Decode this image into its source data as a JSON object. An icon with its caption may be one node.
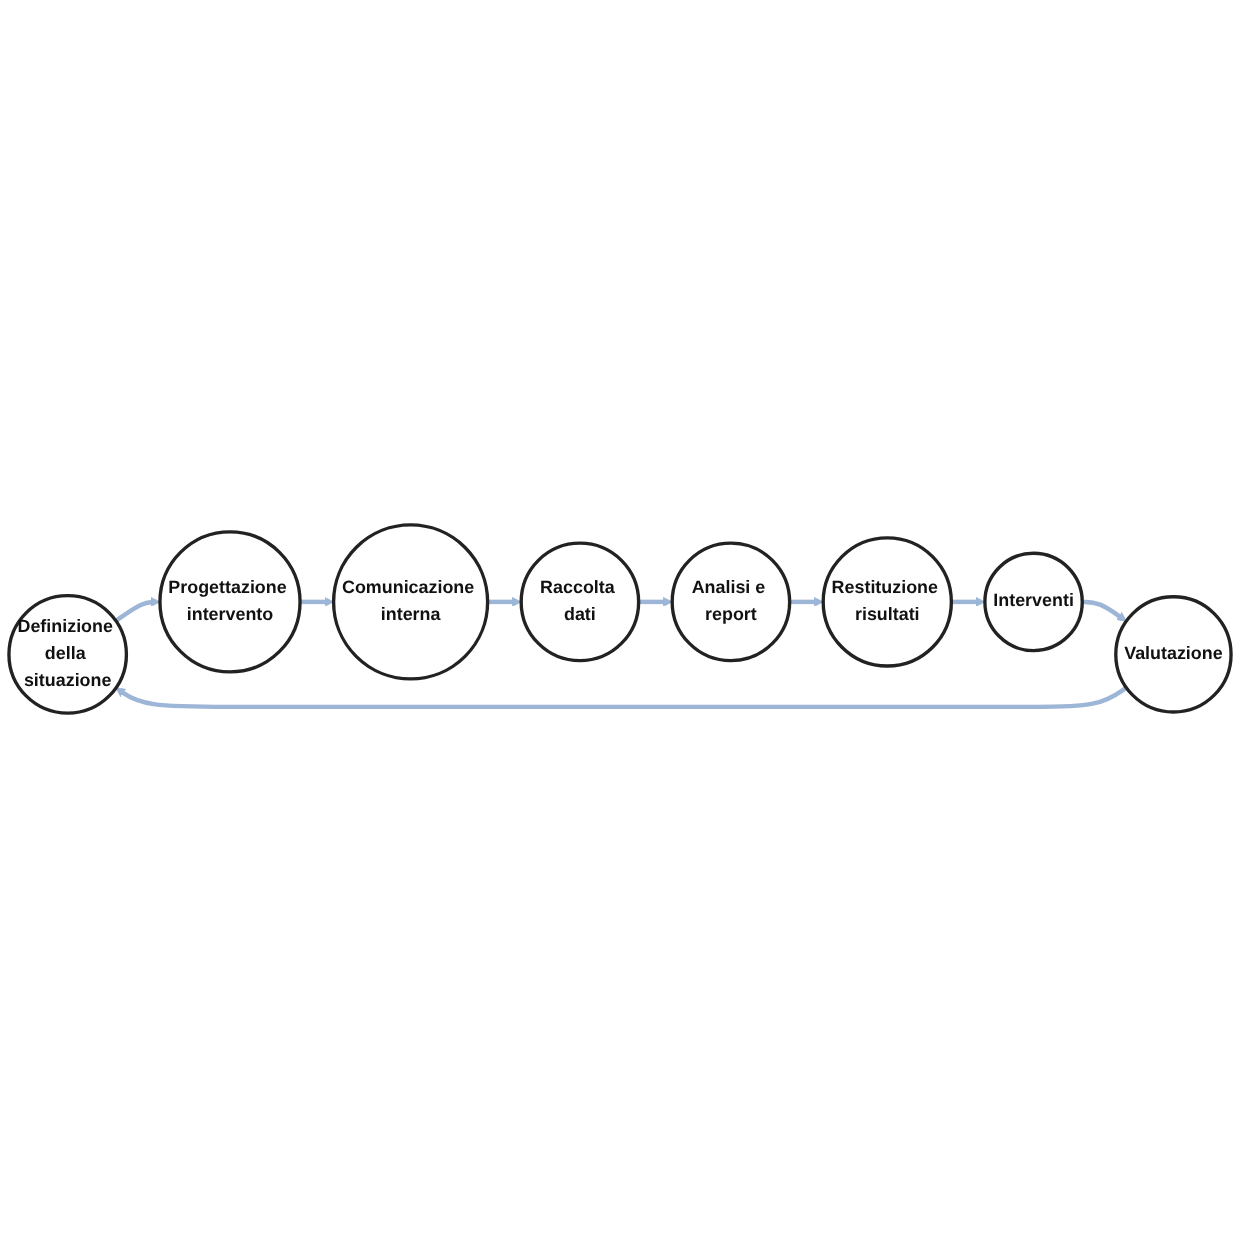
{
  "diagram": {
    "nodes": [
      {
        "text": [
          "Definizione della situazione"
        ]
      },
      {
        "text": [
          "Progettazione intervento"
        ]
      },
      {
        "text": [
          "Comunicazione interna"
        ]
      },
      {
        "text": [
          "Raccolta dati"
        ]
      },
      {
        "text": [
          "Analisi e report"
        ]
      },
      {
        "text": [
          "Restituzione risultati"
        ]
      },
      {
        "text": [
          "Interventi"
        ]
      },
      {
        "text": [
          "Valutazione"
        ]
      }
    ],
    "edges": [
      {
        "from": 0,
        "to": 1,
        "arrow": "to"
      },
      {
        "from": 1,
        "to": 2,
        "arrow": "to"
      },
      {
        "from": 2,
        "to": 3,
        "arrow": "to"
      },
      {
        "from": 3,
        "to": 4,
        "arrow": "to"
      },
      {
        "from": 4,
        "to": 5,
        "arrow": "to"
      },
      {
        "from": 5,
        "to": 6,
        "arrow": "to"
      },
      {
        "from": 6,
        "to": 7,
        "arrow": "to"
      },
      {
        "from": 7,
        "to": 0,
        "arrow": "to"
      }
    ]
  }
}
